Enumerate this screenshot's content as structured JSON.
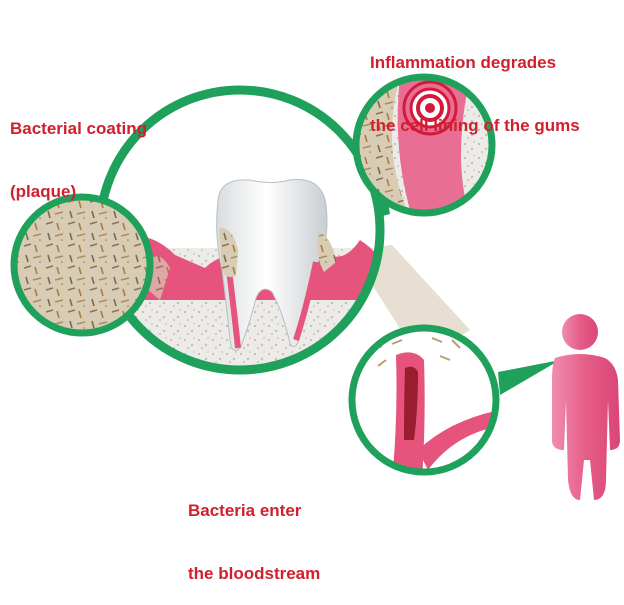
{
  "labels": {
    "plaque": {
      "line1": "Bacterial coating",
      "line2": "(plaque)"
    },
    "inflammation": {
      "line1": "Inflammation degrades",
      "line2": "the cell lining of the gums"
    },
    "bloodstream": {
      "line1": "Bacteria enter",
      "line2": "the bloodstream"
    }
  },
  "colors": {
    "label_red": "#d0202e",
    "ring_green": "#1fa15c",
    "gum_pink": "#e6537d",
    "plaque_tan": "#c4ad8a",
    "body_pink": "#e65d88"
  }
}
